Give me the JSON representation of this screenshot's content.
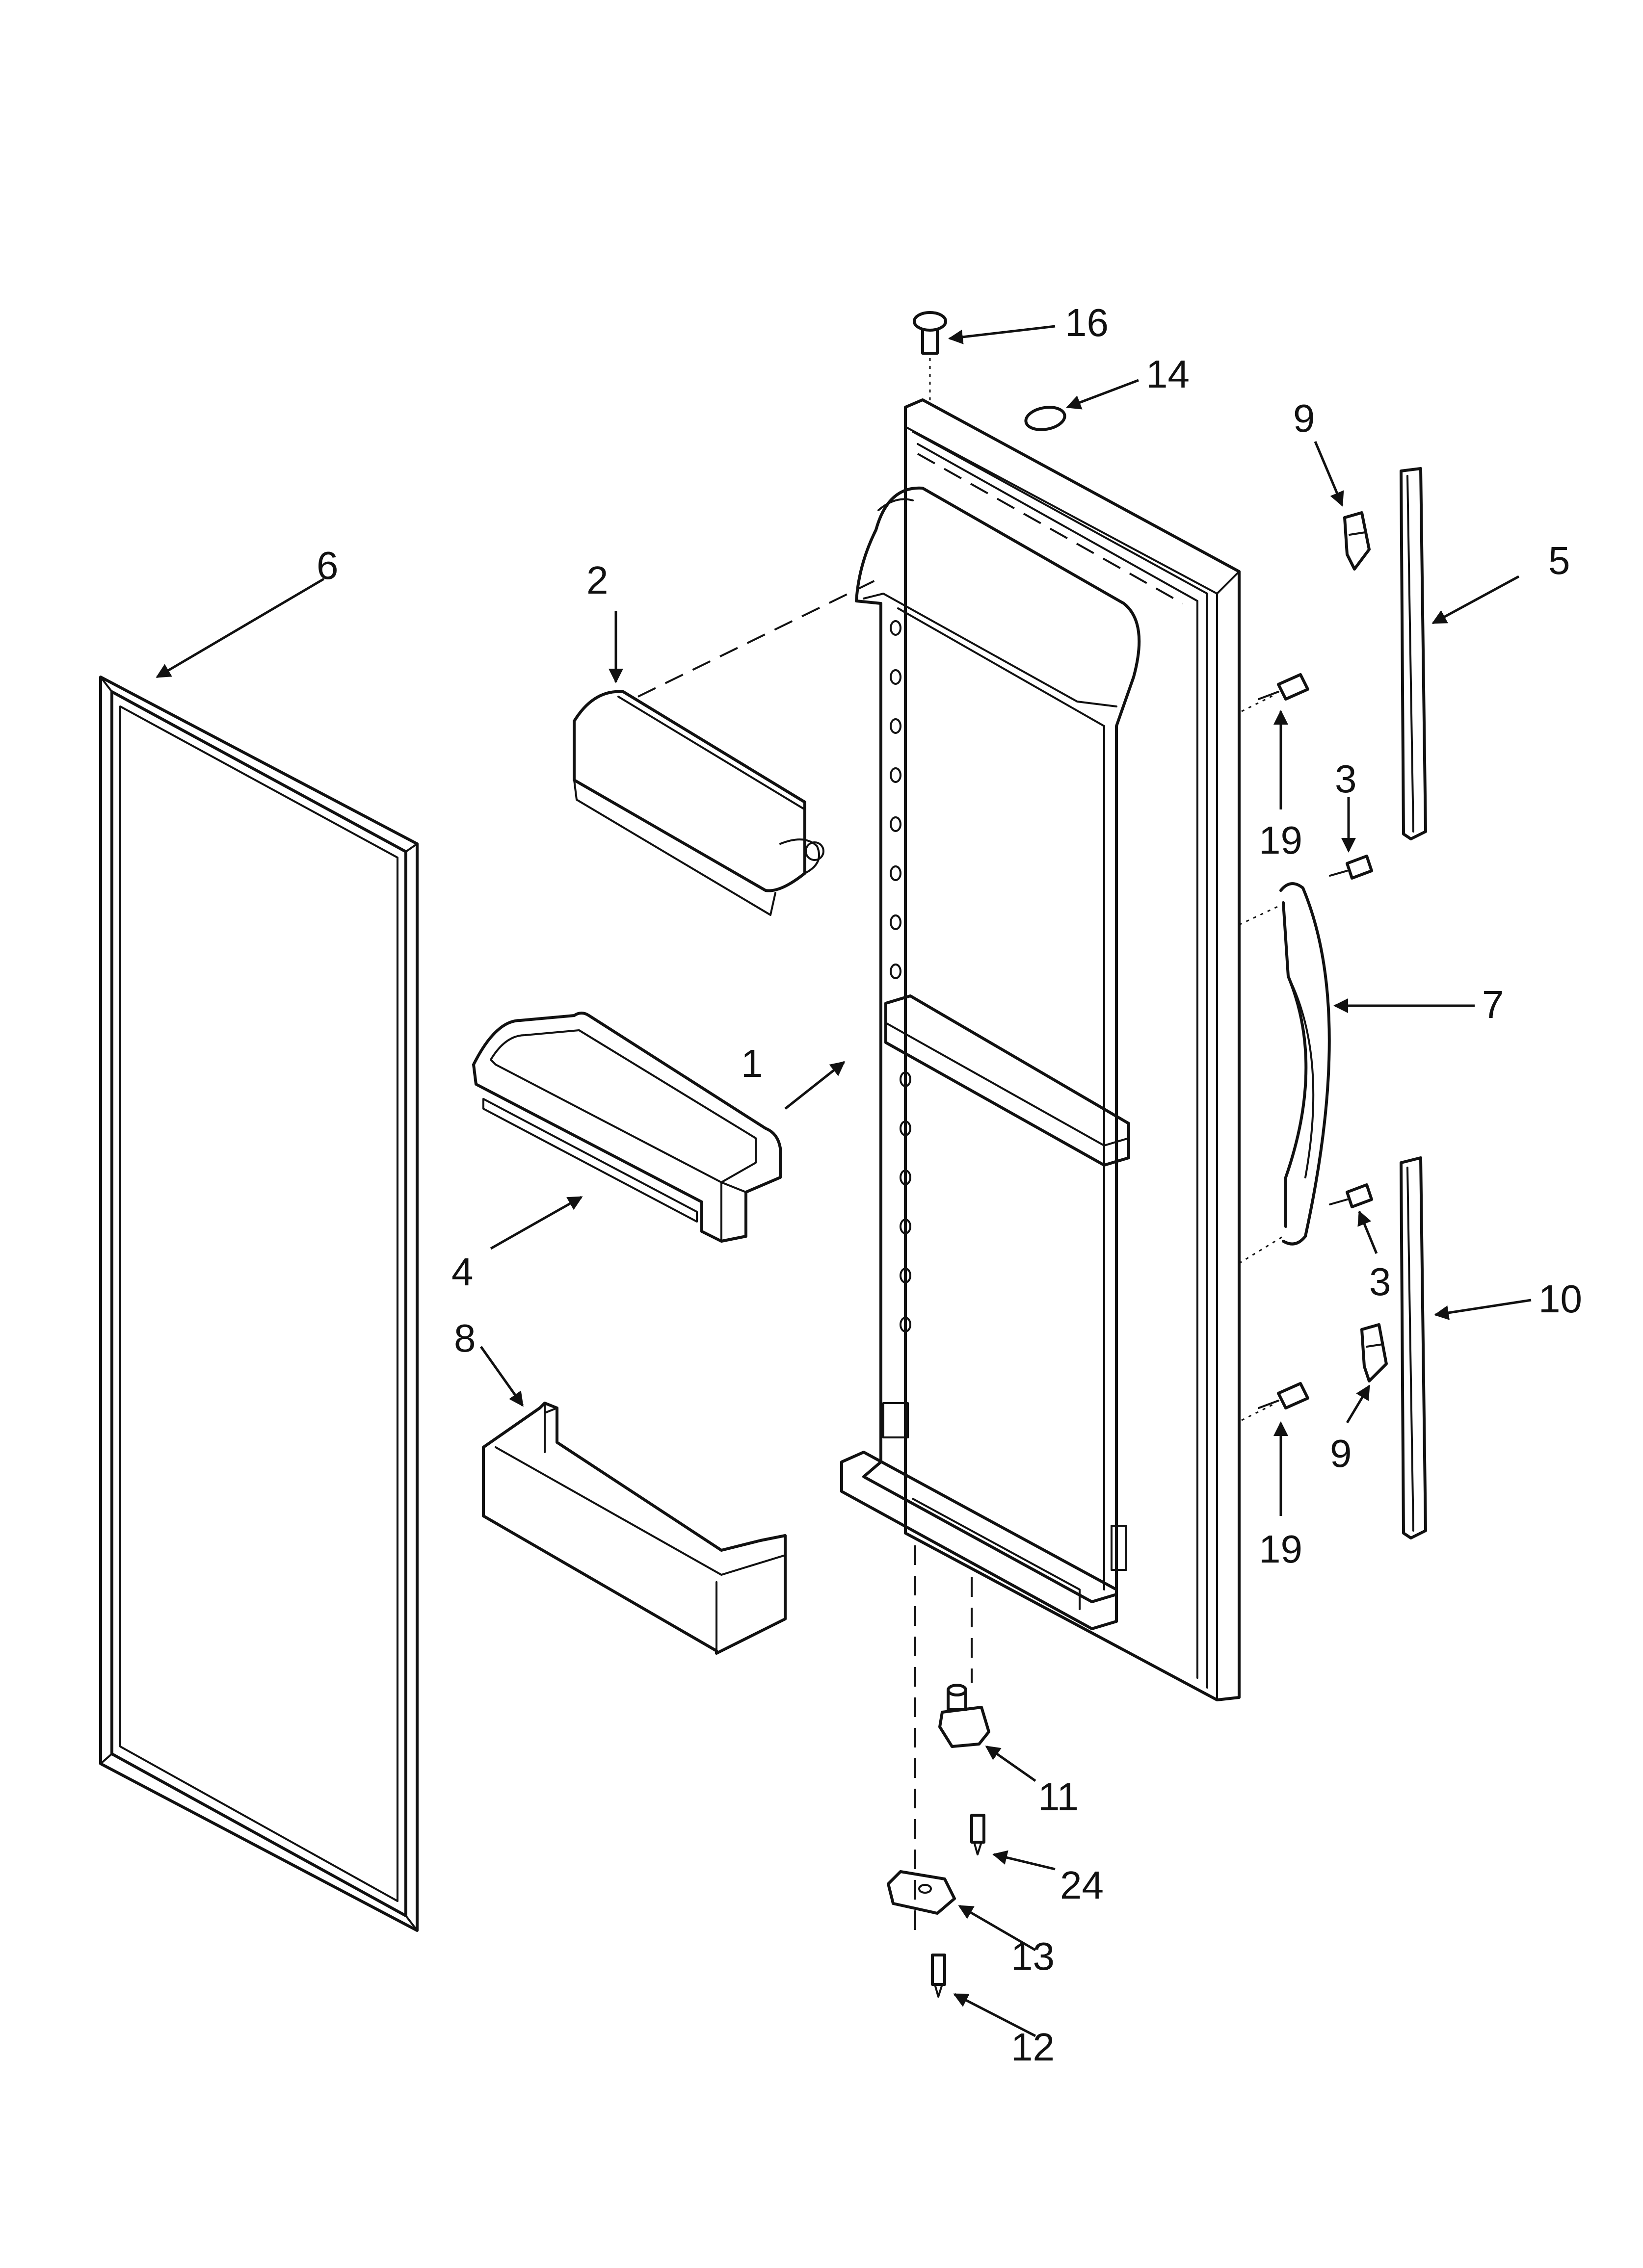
{
  "callouts": {
    "c1": "1",
    "c2": "2",
    "c3a": "3",
    "c3b": "3",
    "c4": "4",
    "c5": "5",
    "c6": "6",
    "c7": "7",
    "c8": "8",
    "c9a": "9",
    "c9b": "9",
    "c10": "10",
    "c11": "11",
    "c12": "12",
    "c13": "13",
    "c14": "14",
    "c16": "16",
    "c19a": "19",
    "c19b": "19",
    "c24": "24"
  }
}
